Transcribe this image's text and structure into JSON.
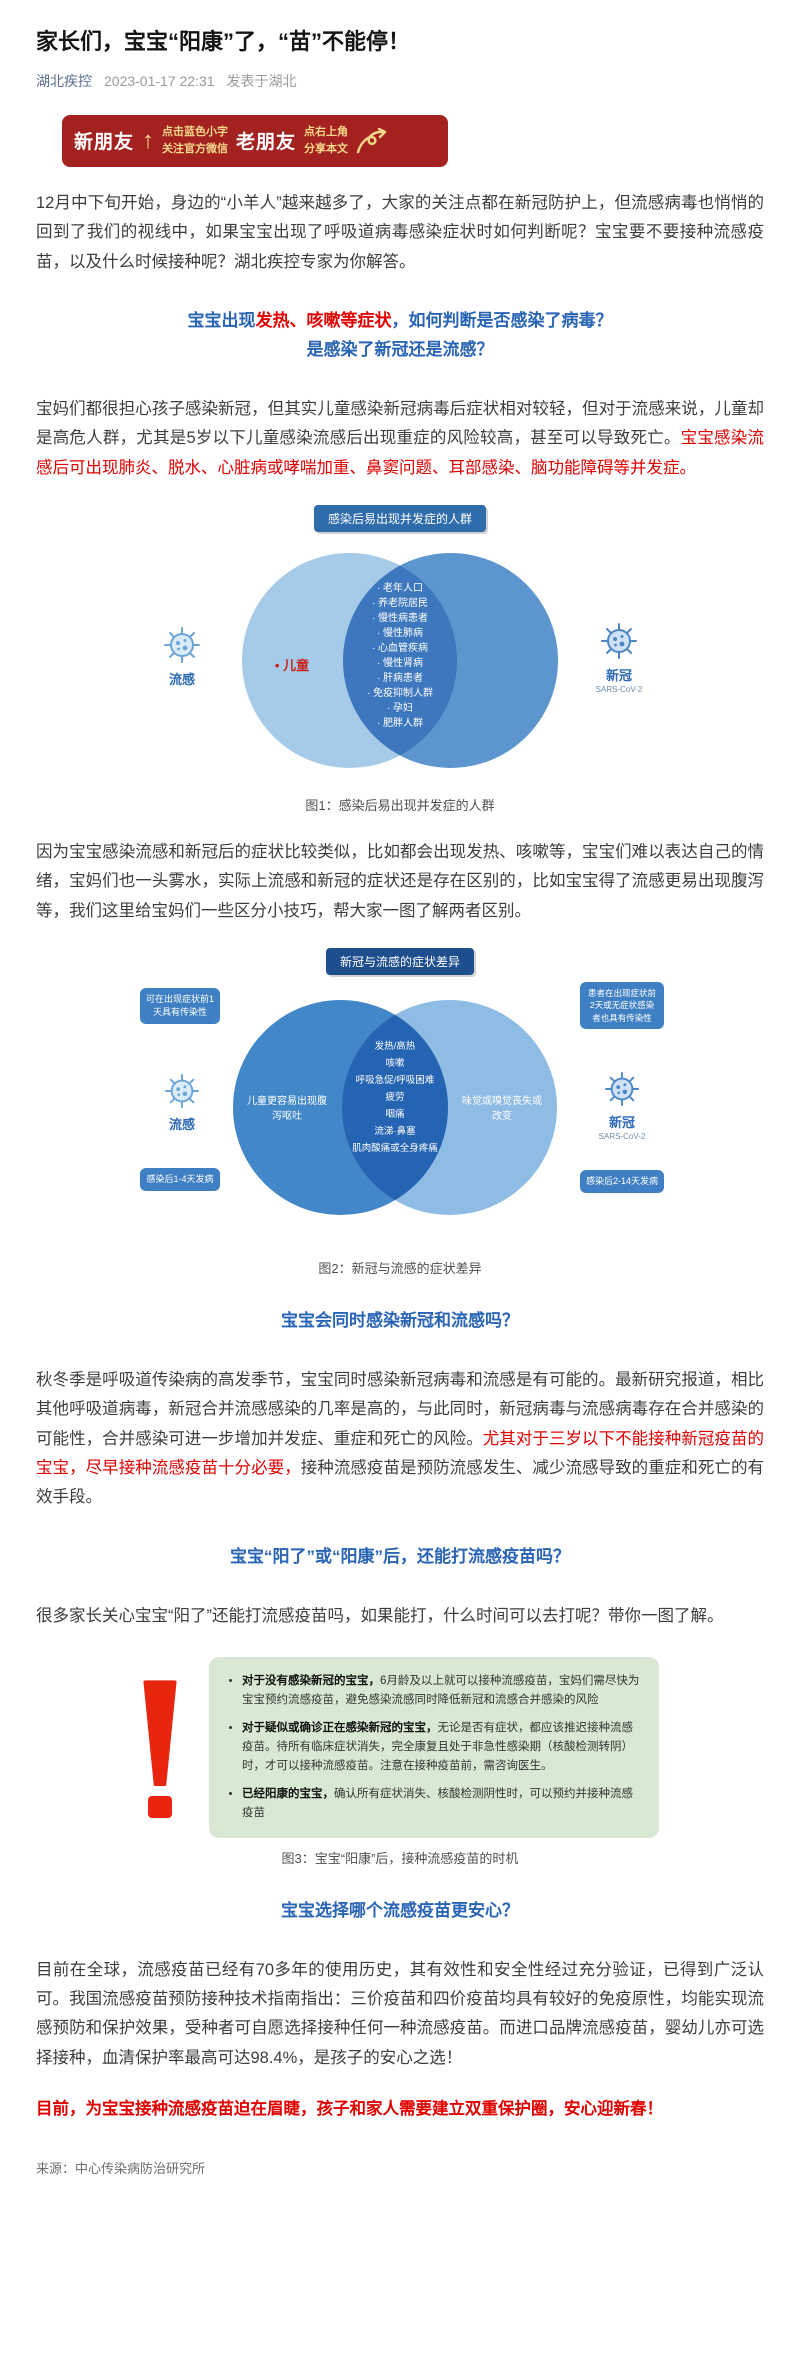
{
  "colors": {
    "heading_blue": "#2a65b5",
    "alert_red": "#e00000",
    "banner_red": "#a3211e",
    "banner_gold": "#f7d98b",
    "tip_box_green": "#d9e8d2",
    "venn_blue_light": "#a6cbe9",
    "venn_blue_dark": "#5d96cf"
  },
  "header": {
    "title": "家长们，宝宝“阳康”了，“苗”不能停！",
    "account": "湖北疾控",
    "time": "2023-01-17 22:31",
    "location": "发表于湖北"
  },
  "banner": {
    "new_friends": "新朋友",
    "up_arrow": "↑",
    "follow_line1": "点击蓝色小字",
    "follow_line2": "关注官方微信",
    "old_friends": "老朋友",
    "share_line1": "点右上角",
    "share_line2": "分享本文"
  },
  "headings": {
    "h1_part1": "宝宝出现",
    "h1_red": "发热、咳嗽等症状",
    "h1_part2": "，如何判断是否感染了病毒？",
    "h1_line2": "是感染了新冠还是流感？",
    "h2": "宝宝会同时感染新冠和流感吗？",
    "h3": "宝宝“阳了”或“阳康”后，还能打流感疫苗吗？",
    "h4": "宝宝选择哪个流感疫苗更安心？"
  },
  "paragraphs": {
    "intro": "12月中下旬开始，身边的“小羊人”越来越多了，大家的关注点都在新冠防护上，但流感病毒也悄悄的回到了我们的视线中，如果宝宝出现了呼吸道病毒感染症状时如何判断呢？宝宝要不要接种流感疫苗，以及什么时候接种呢？湖北疾控专家为你解答。",
    "p2_normal": "宝妈们都很担心孩子感染新冠，但其实儿童感染新冠病毒后症状相对较轻，但对于流感来说，儿童却是高危人群，尤其是5岁以下儿童感染流感后出现重症的风险较高，甚至可以导致死亡。",
    "p2_red": "宝宝感染流感后可出现肺炎、脱水、心脏病或哮喘加重、鼻窦问题、耳部感染、脑功能障碍等并发症。",
    "p3": "因为宝宝感染流感和新冠后的症状比较类似，比如都会出现发热、咳嗽等，宝宝们难以表达自己的情绪，宝妈们也一头雾水，实际上流感和新冠的症状还是存在区别的，比如宝宝得了流感更易出现腹泻等，我们这里给宝妈们一些区分小技巧，帮大家一图了解两者区别。",
    "p4_normal1": "秋冬季是呼吸道传染病的高发季节，宝宝同时感染新冠病毒和流感是有可能的。最新研究报道，相比其他呼吸道病毒，新冠合并流感感染的几率是高的，与此同时，新冠病毒与流感病毒存在合并感染的可能性，合并感染可进一步增加并发症、重症和死亡的风险。",
    "p4_red": "尤其对于三岁以下不能接种新冠疫苗的宝宝，尽早接种流感疫苗十分必要，",
    "p4_normal2": "接种流感疫苗是预防流感发生、减少流感导致的重症和死亡的有效手段。",
    "p5": "很多家长关心宝宝“阳了”还能打流感疫苗吗，如果能打，什么时间可以去打呢？带你一图了解。",
    "p6": "目前在全球，流感疫苗已经有70多年的使用历史，其有效性和安全性经过充分验证，已得到广泛认可。我国流感疫苗预防接种技术指南指出：三价疫苗和四价疫苗均具有较好的免疫原性，均能实现流感预防和保护效果，受种者可自愿选择接种任何一种流感疫苗。而进口品牌流感疫苗，婴幼儿亦可选择接种，血清保护率最高可达98.4%，是孩子的安心之选！",
    "final_red": "目前，为宝宝接种流感疫苗迫在眉睫，孩子和家人需要建立双重保护圈，安心迎新春！"
  },
  "figure1": {
    "title": "感染后易出现并发症的人群",
    "flu_label": "流感",
    "covid_label": "新冠",
    "covid_sub": "SARS-CoV-2",
    "left_only": "儿童",
    "shared": [
      "老年人口",
      "养老院居民",
      "慢性病患者",
      "慢性肺病",
      "心血管疾病",
      "慢性肾病",
      "肝病患者",
      "免疫抑制人群",
      "孕妇",
      "肥胖人群"
    ],
    "caption": "图1：感染后易出现并发症的人群"
  },
  "figure2": {
    "title": "新冠与流感的症状差异",
    "flu_top_box": "可在出现症状前1天具有传染性",
    "flu_label": "流感",
    "flu_bottom_box": "感染后1-4天发病",
    "flu_only": "儿童更容易出现腹泻呕吐",
    "shared": [
      "发热/高热",
      "咳嗽",
      "呼吸急促/呼吸困难",
      "疲劳",
      "咽痛",
      "流涕·鼻塞",
      "肌肉酸痛或全身疼痛"
    ],
    "covid_only": "味觉或嗅觉丧失或改变",
    "covid_top_box": "患者在出现症状前2天或无症状感染者也具有传染性",
    "covid_label": "新冠",
    "covid_sub": "SARS-CoV-2",
    "covid_bottom_box": "感染后2-14天发病",
    "caption": "图2：新冠与流感的症状差异"
  },
  "figure3": {
    "bullets": [
      {
        "lead": "对于没有感染新冠的宝宝，",
        "text": "6月龄及以上就可以接种流感疫苗，宝妈们需尽快为宝宝预约流感疫苗，避免感染流感同时降低新冠和流感合并感染的风险"
      },
      {
        "lead": "对于疑似或确诊正在感染新冠的宝宝，",
        "text": "无论是否有症状，都应该推迟接种流感疫苗。待所有临床症状消失，完全康复且处于非急性感染期（核酸检测转阴）时，才可以接种流感疫苗。注意在接种疫苗前，需咨询医生。"
      },
      {
        "lead": "已经阳康的宝宝，",
        "text": "确认所有症状消失、核酸检测阴性时，可以预约并接种流感疫苗"
      }
    ],
    "caption": "图3：宝宝“阳康”后，接种流感疫苗的时机"
  },
  "footer": {
    "source": "来源：中心传染病防治研究所"
  }
}
